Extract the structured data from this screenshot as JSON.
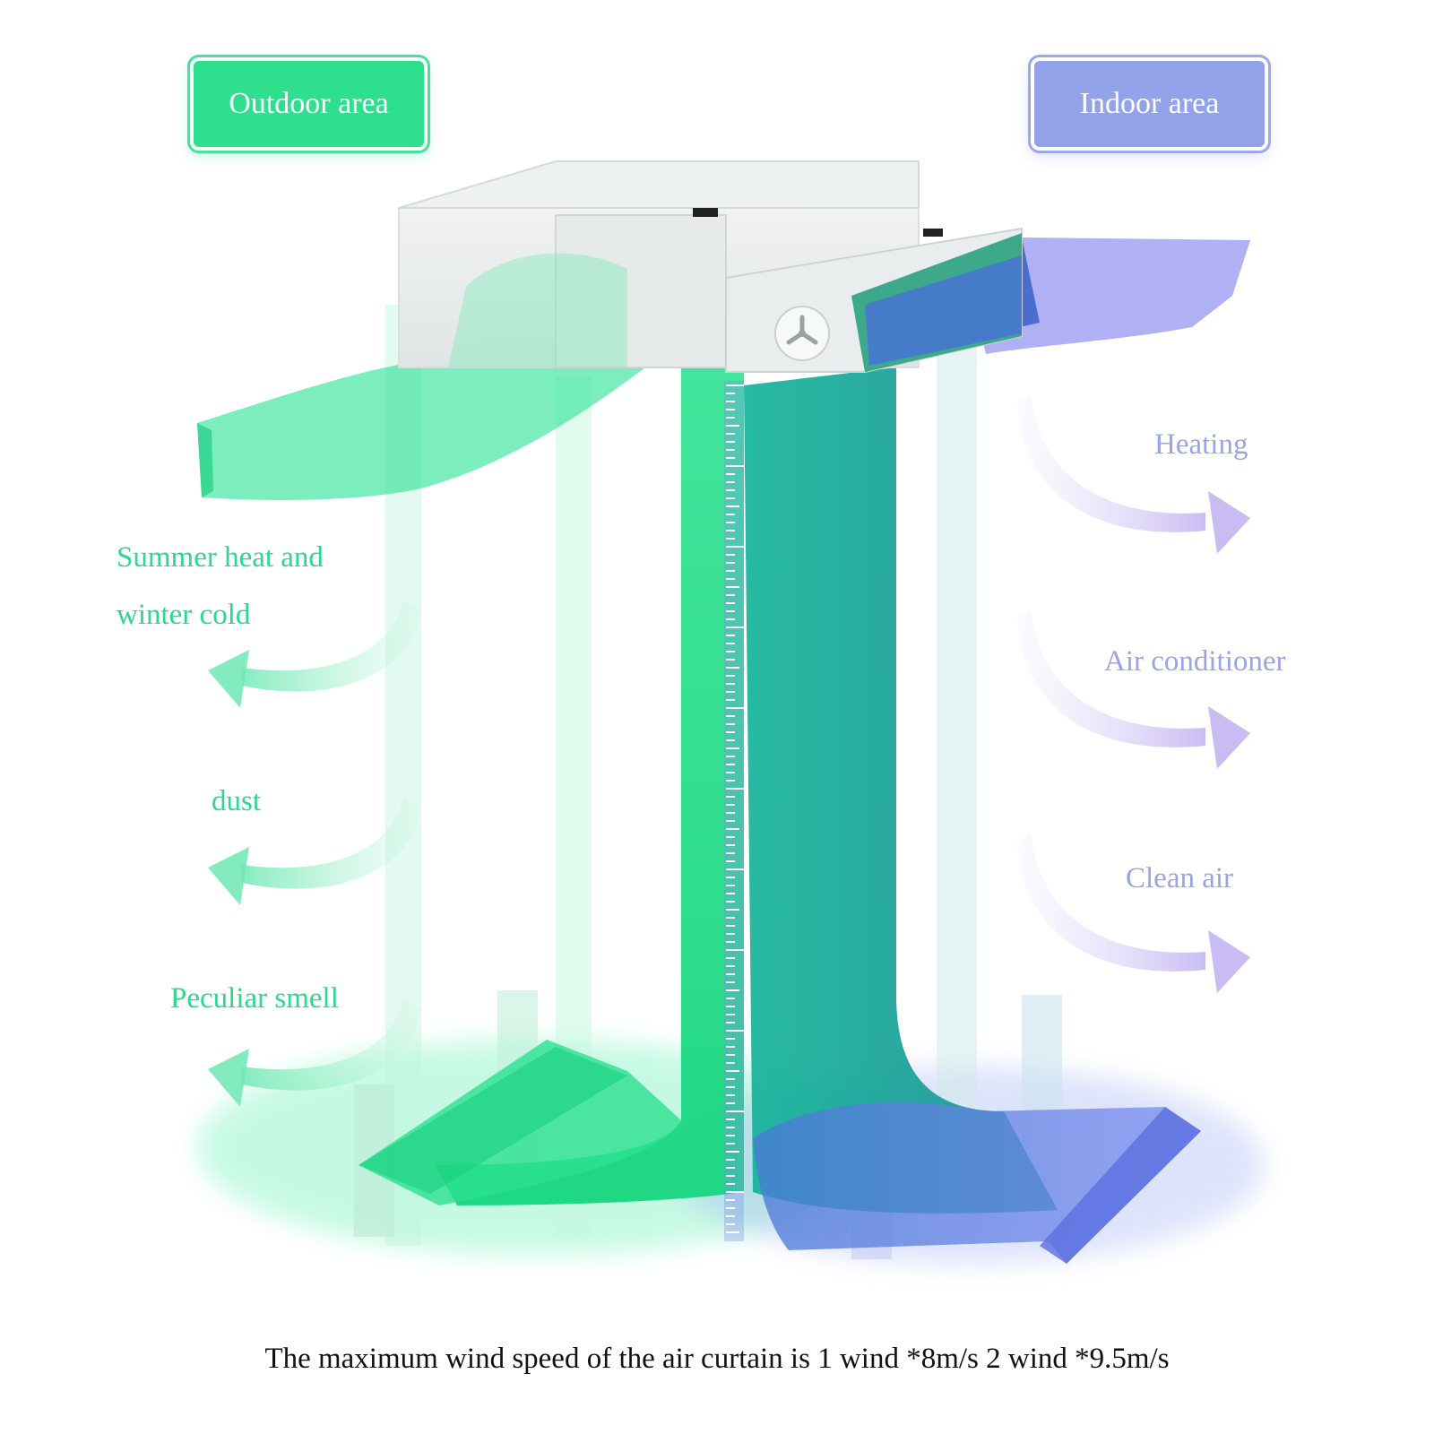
{
  "zones": {
    "outdoor_label": "Outdoor area",
    "indoor_label": "Indoor area"
  },
  "outdoor_effects": [
    "Summer heat and winter cold",
    "dust",
    "Peculiar smell"
  ],
  "outdoor_effect_lines": [
    "Summer heat and",
    "winter cold"
  ],
  "indoor_effects": [
    "Heating",
    "Air conditioner",
    "Clean air"
  ],
  "caption": "The maximum wind speed of the air curtain is 1 wind *8m/s 2 wind *9.5m/s",
  "colors": {
    "outdoor_green": "#2ee08d",
    "indoor_blue": "#93a3ea",
    "curtain_teal": "#16a39a",
    "text_dark": "#111111"
  },
  "icons": [
    "left-arrow-icon",
    "right-arrow-icon",
    "fan-icon",
    "ruler-scale"
  ]
}
